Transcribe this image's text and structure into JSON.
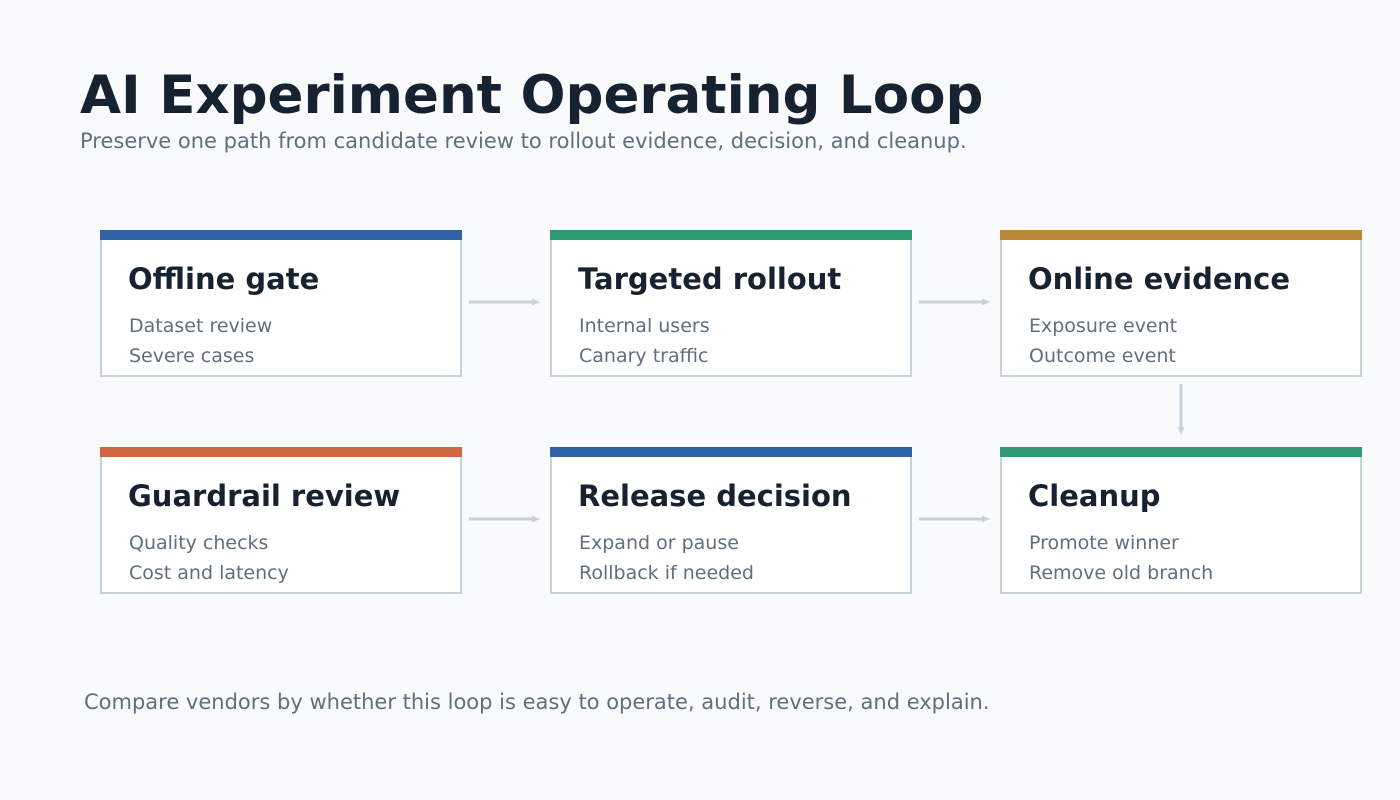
{
  "header": {
    "title": "AI Experiment Operating Loop",
    "subtitle": "Preserve one path from candidate review to rollout evidence, decision, and cleanup."
  },
  "stages": [
    {
      "title": "Offline gate",
      "lines": [
        "Dataset review",
        "Severe cases"
      ],
      "accent": "#2f63a6"
    },
    {
      "title": "Targeted rollout",
      "lines": [
        "Internal users",
        "Canary traffic"
      ],
      "accent": "#2e9a72"
    },
    {
      "title": "Online evidence",
      "lines": [
        "Exposure event",
        "Outcome event"
      ],
      "accent": "#b98935"
    },
    {
      "title": "Guardrail review",
      "lines": [
        "Quality checks",
        "Cost and latency"
      ],
      "accent": "#cf6840"
    },
    {
      "title": "Release decision",
      "lines": [
        "Expand or pause",
        "Rollback if needed"
      ],
      "accent": "#2f63a6"
    },
    {
      "title": "Cleanup",
      "lines": [
        "Promote winner",
        "Remove old branch"
      ],
      "accent": "#2e9a72"
    }
  ],
  "connector_color": "#c7d1dc",
  "footer": {
    "note": "Compare vendors by whether this loop is easy to operate, audit, reverse, and explain."
  }
}
